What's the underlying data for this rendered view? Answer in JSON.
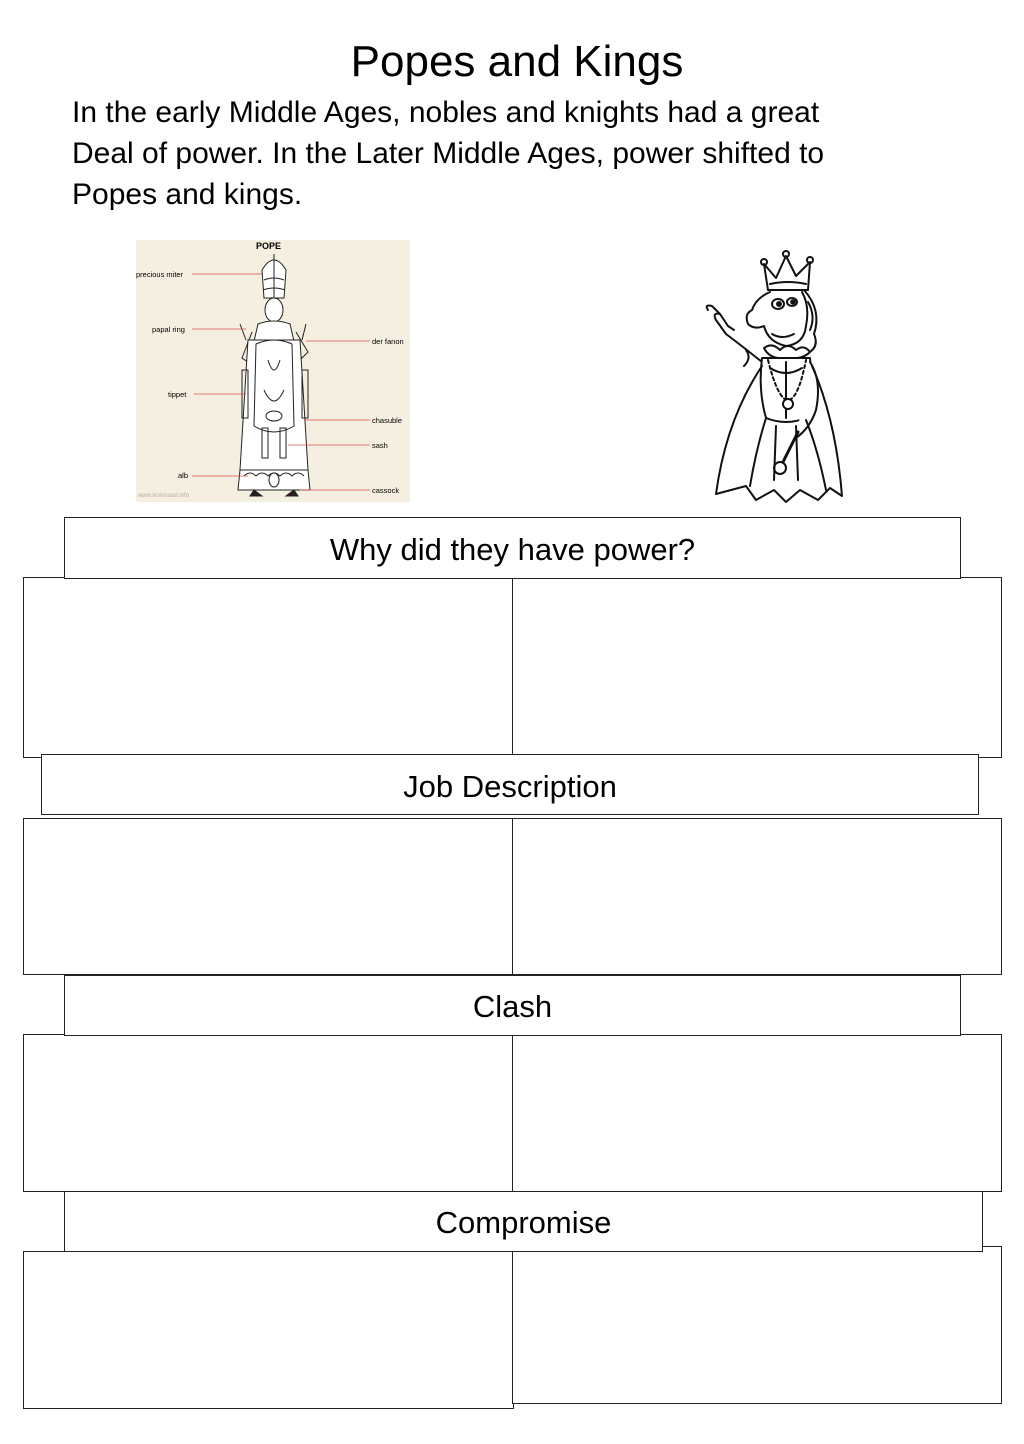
{
  "title": "Popes and Kings",
  "intro_lines": [
    "In the early Middle Ages, nobles and knights had a great",
    "Deal of power.  In the Later Middle Ages, power shifted to",
    "Popes and kings."
  ],
  "pope_diagram": {
    "heading": "POPE",
    "labels": {
      "precious_miter": "precious miter",
      "papal_ring": "papal ring",
      "tippet": "tippet",
      "alb": "alb",
      "der_fanon": "der fanon",
      "chasuble": "chasuble",
      "sash": "sash",
      "cassock": "cassock"
    },
    "watermark": "www.ikonisoud.info",
    "line_color": "#d9534f"
  },
  "king_image": "cartoon-king",
  "sections": [
    {
      "header": "Why did they have power?"
    },
    {
      "header": "Job Description"
    },
    {
      "header": "Clash"
    },
    {
      "header": "Compromise"
    }
  ]
}
